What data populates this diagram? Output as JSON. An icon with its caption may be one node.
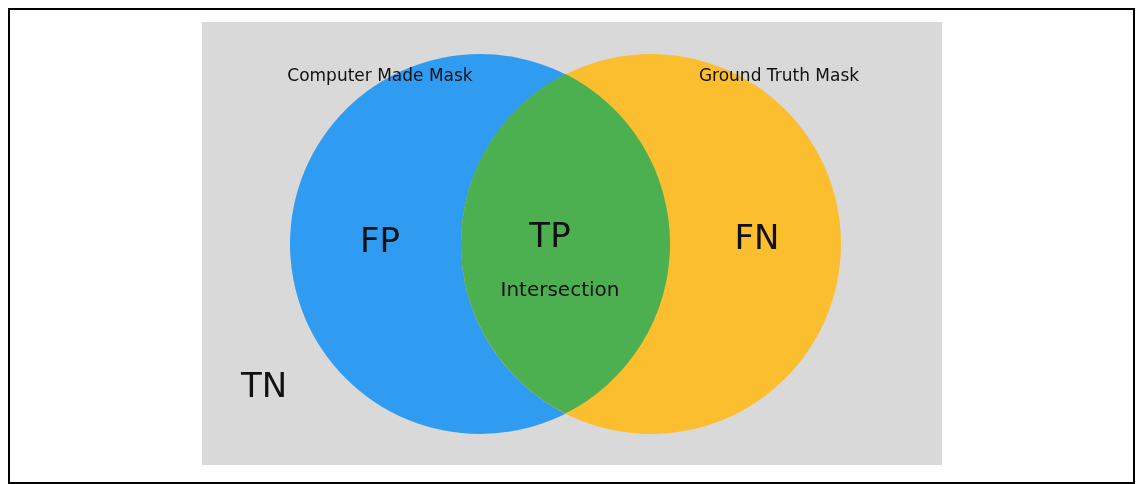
{
  "diagram": {
    "nodes": [
      {
        "text": [
          "TN"
        ]
      },
      {
        "text": [
          "Computer Made Mask",
          "FP"
        ],
        "in": 0
      },
      {
        "text": [
          "Ground Truth Mask",
          "FN"
        ],
        "in": 0
      },
      {
        "text": [
          "TP",
          "Intersection"
        ]
      }
    ],
    "edges": []
  }
}
